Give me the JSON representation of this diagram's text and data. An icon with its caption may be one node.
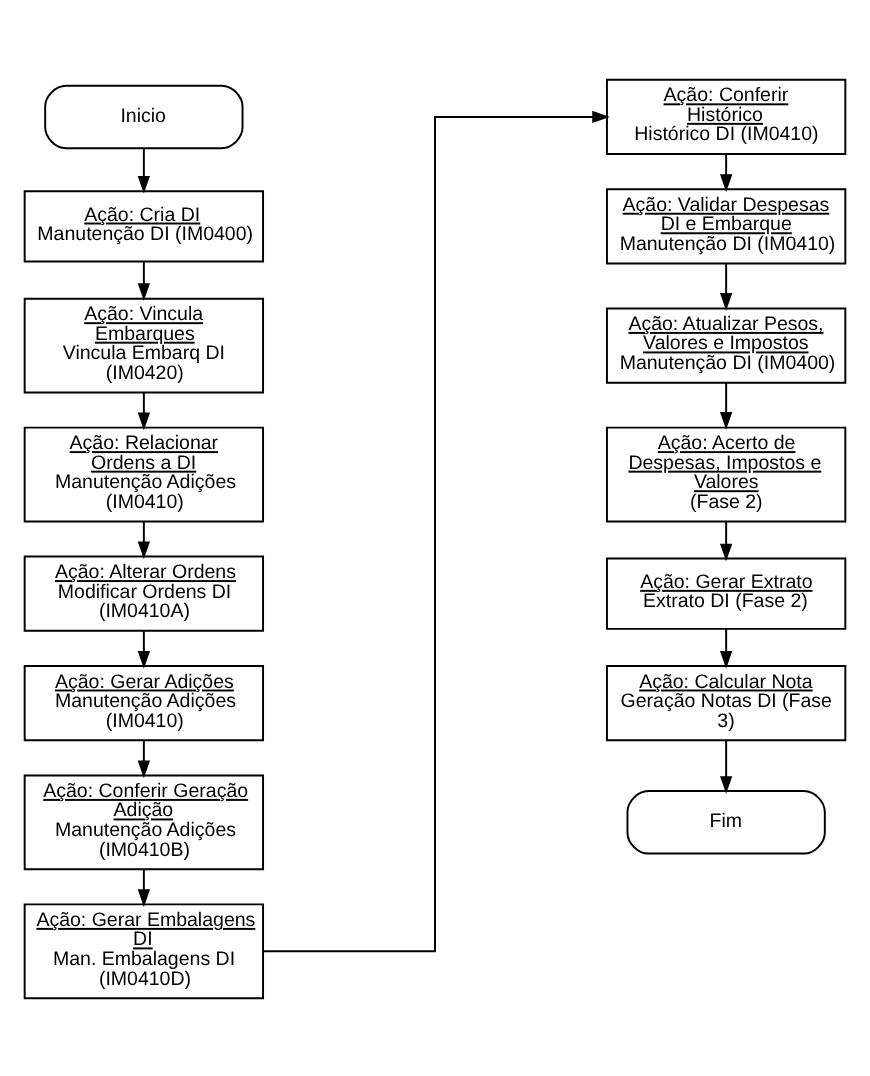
{
  "diagram": {
    "nodes": [
      {
        "text": [
          "Inicio"
        ]
      },
      {
        "text": [
          "Ação: Cria DI",
          "Manutenção DI (IM0400)"
        ]
      },
      {
        "text": [
          "Ação: Vincula Embarques",
          "Vincula Embarq DI (IM0420)"
        ]
      },
      {
        "text": [
          "Ação: Relacionar Ordens a DI",
          "Manutenção Adições (IM0410)"
        ]
      },
      {
        "text": [
          "Ação: Alterar Ordens",
          "Modificar Ordens DI (IM0410A)"
        ]
      },
      {
        "text": [
          "Ação: Gerar Adições",
          "Manutenção Adições (IM0410)"
        ]
      },
      {
        "text": [
          "Ação: Conferir Geração Adição",
          "Manutenção Adições (IM0410B)"
        ]
      },
      {
        "text": [
          "Ação: Gerar Embalagens DI",
          "Man. Embalagens DI (IM0410D)"
        ]
      },
      {
        "text": [
          "Ação: Conferir Histórico",
          "Histórico DI (IM0410)"
        ]
      },
      {
        "text": [
          "Ação: Validar Despesas DI e Embarque",
          "Manutenção DI (IM0410)"
        ]
      },
      {
        "text": [
          "Ação: Atualizar Pesos, Valores e Impostos",
          "Manutenção DI (IM0400)"
        ]
      },
      {
        "text": [
          "Ação: Acerto de Despesas, Impostos e Valores",
          "(Fase 2)"
        ]
      },
      {
        "text": [
          "Ação: Gerar Extrato",
          "Extrato DI (Fase 2)"
        ]
      },
      {
        "text": [
          "Ação: Calcular Nota",
          "Geração Notas DI (Fase 3)"
        ]
      },
      {
        "text": [
          "Fim"
        ]
      }
    ],
    "edges": [
      {
        "from": 0,
        "to": 1,
        "arrow": "to"
      },
      {
        "from": 1,
        "to": 2,
        "arrow": "to"
      },
      {
        "from": 2,
        "to": 3,
        "arrow": "to"
      },
      {
        "from": 3,
        "to": 4,
        "arrow": "to"
      },
      {
        "from": 4,
        "to": 5,
        "arrow": "to"
      },
      {
        "from": 5,
        "to": 6,
        "arrow": "to"
      },
      {
        "from": 6,
        "to": 7,
        "arrow": "to"
      },
      {
        "from": 7,
        "to": 8,
        "arrow": "to"
      },
      {
        "from": 8,
        "to": 9,
        "arrow": "to"
      },
      {
        "from": 9,
        "to": 10,
        "arrow": "to"
      },
      {
        "from": 10,
        "to": 11,
        "arrow": "to"
      },
      {
        "from": 11,
        "to": 12,
        "arrow": "to"
      },
      {
        "from": 12,
        "to": 13,
        "arrow": "to"
      },
      {
        "from": 13,
        "to": 14,
        "arrow": "to"
      }
    ]
  }
}
